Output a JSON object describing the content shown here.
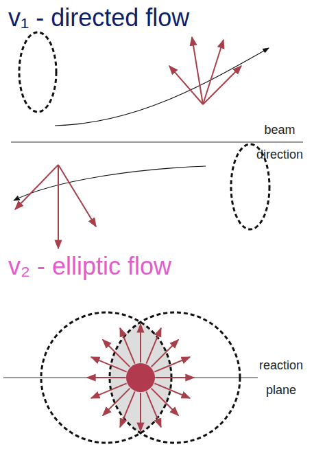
{
  "diagram": {
    "labels": [
      "v₁ - directed flow",
      "beam direction",
      "v₂ - elliptic flow",
      "reaction plane"
    ]
  }
}
